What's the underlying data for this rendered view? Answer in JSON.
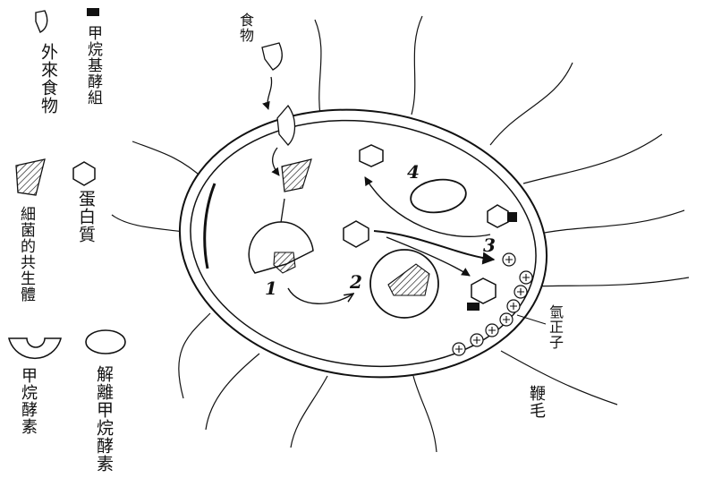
{
  "legend": {
    "food_label": "外來食物",
    "methane_group_label": "甲烷基酵組",
    "symbiont_label": "細菌的共生體",
    "protein_label": "蛋白質",
    "enzyme_label": "甲烷酵素",
    "free_enzyme_label": "解離甲烷酵素"
  },
  "diagram": {
    "food_in_label": "食物",
    "step_1": "1",
    "step_2": "2",
    "step_3": "3",
    "step_4": "4",
    "proton_label": "氫正子",
    "flagella_label": "鞭毛",
    "proton_symbol": "⊕"
  }
}
